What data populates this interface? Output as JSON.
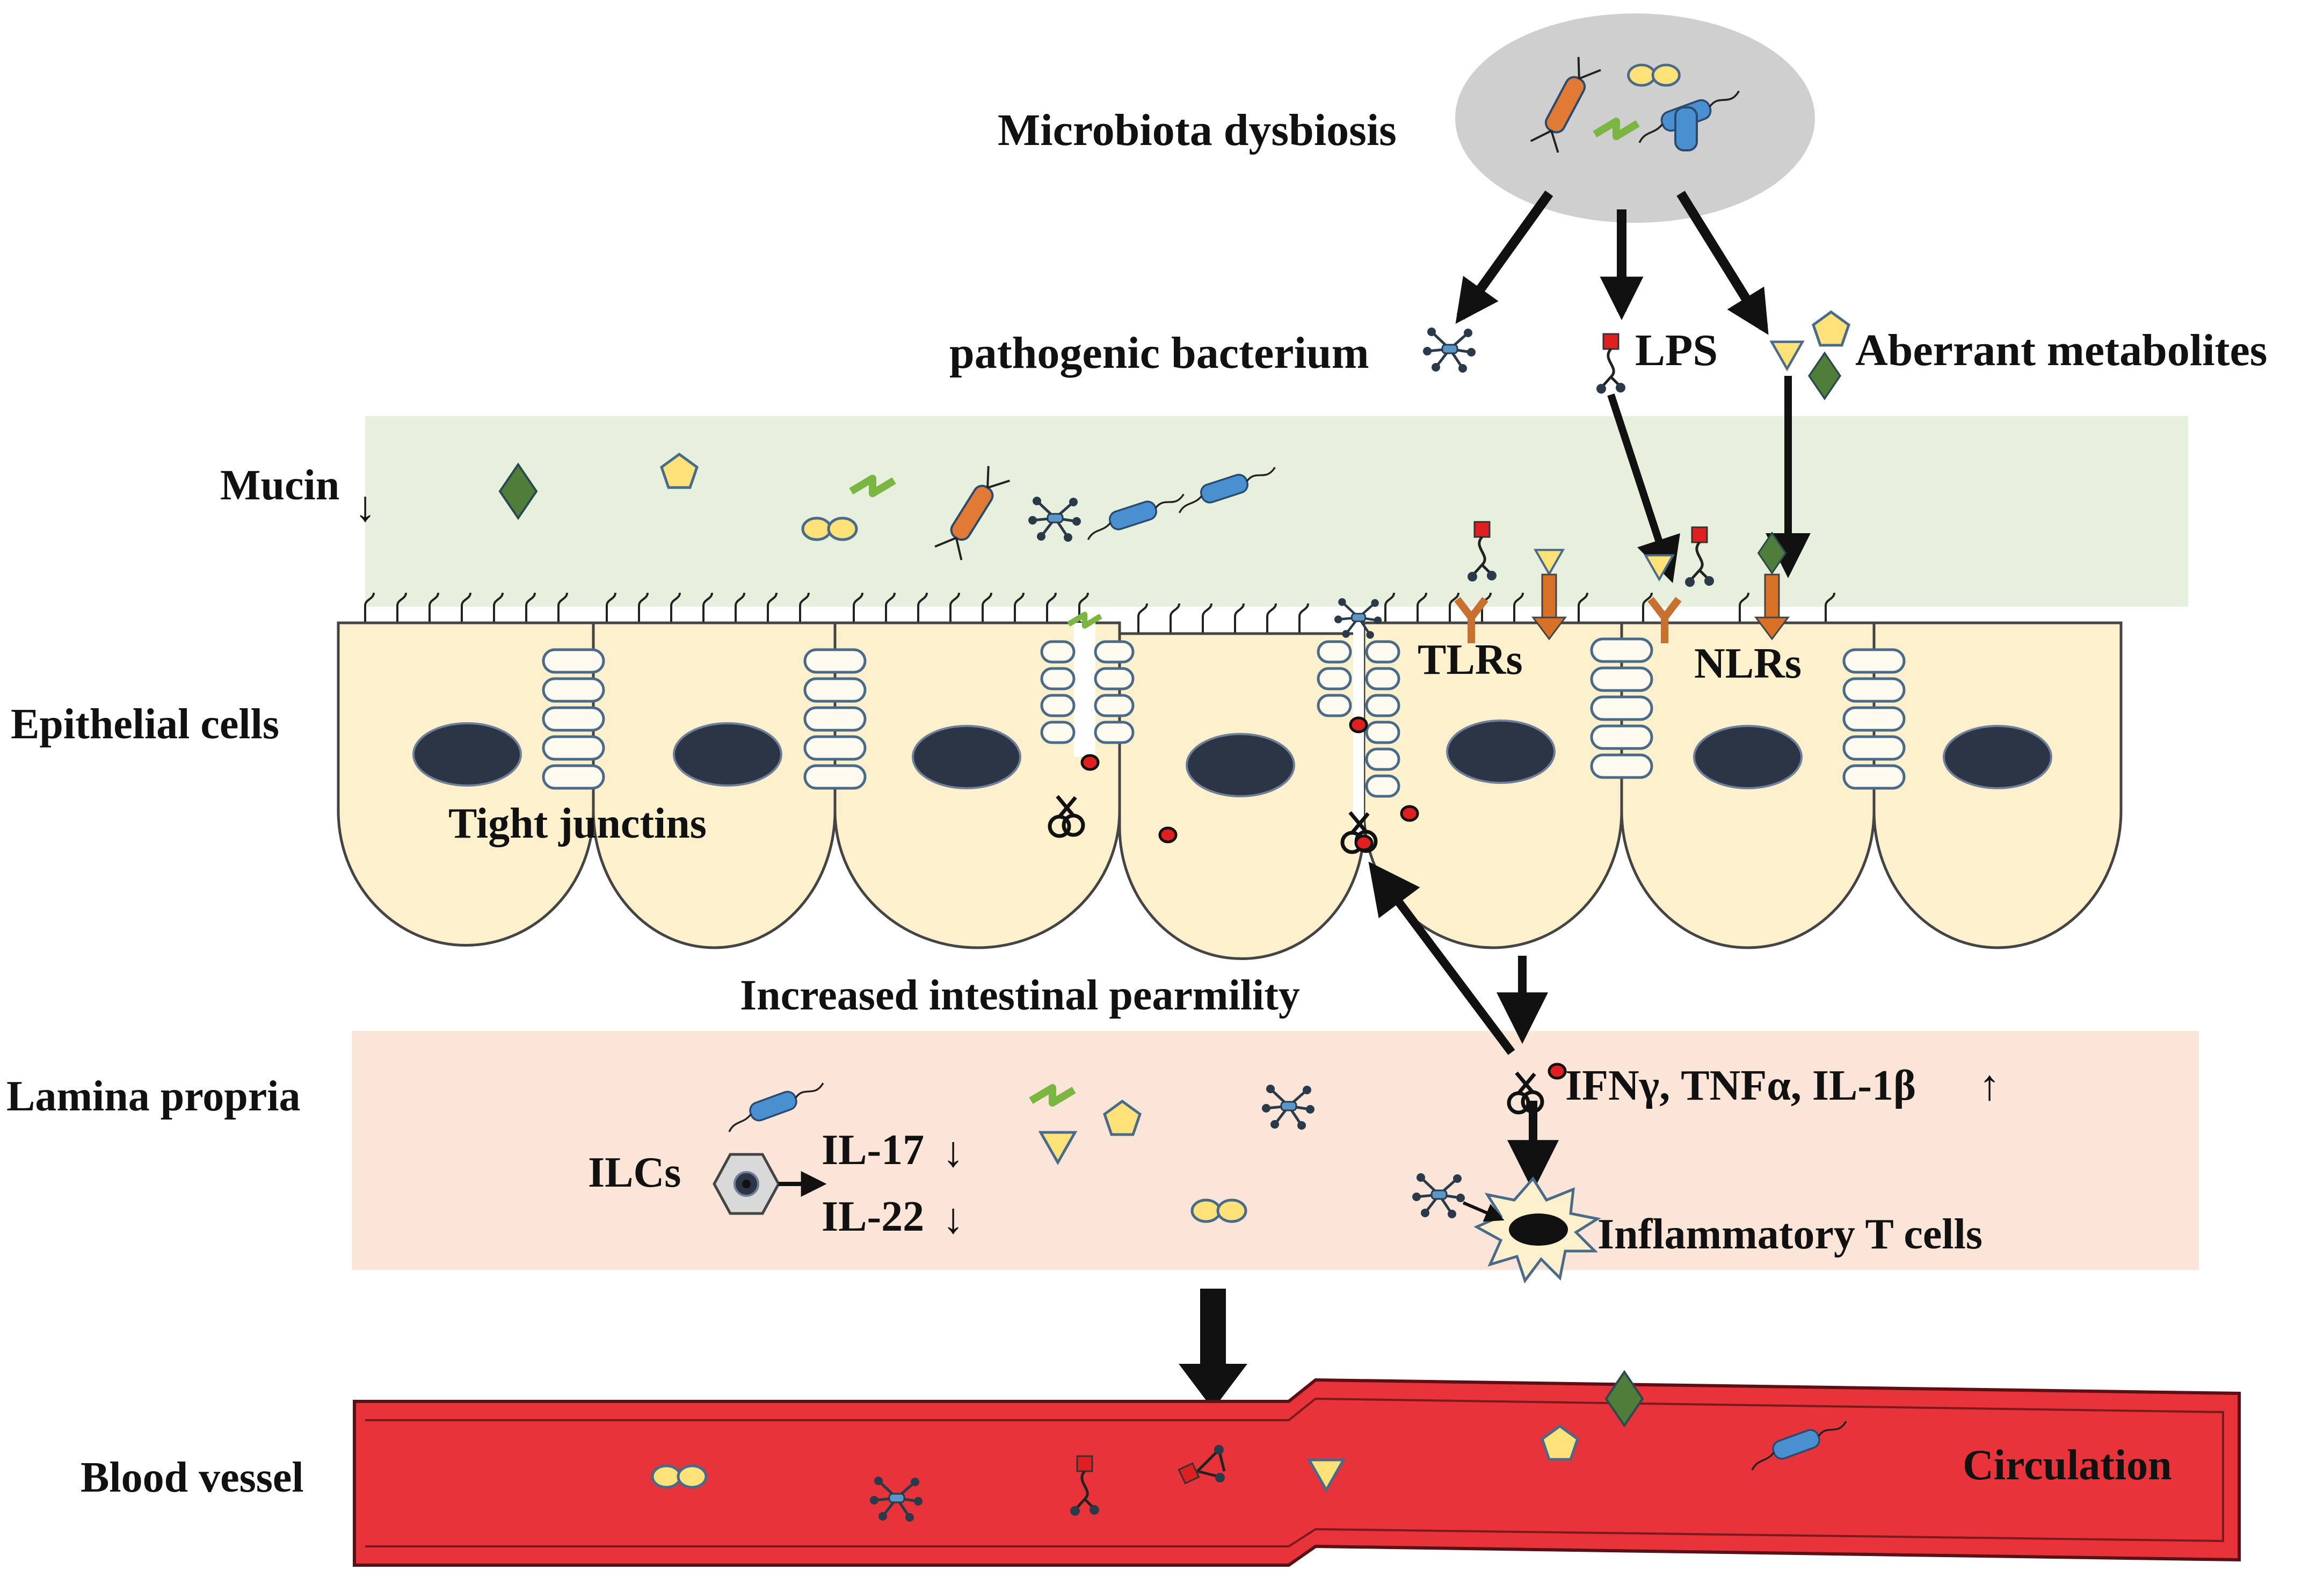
{
  "labels": {
    "microbiota": "Microbiota dysbiosis",
    "pathogenic": "pathogenic bacterium",
    "lps": "LPS",
    "aberrant": "Aberrant metabolites",
    "mucin": "Mucin",
    "tlrs": "TLRs",
    "nlrs": "NLRs",
    "epithelial": "Epithelial cells",
    "tight_junctions": "Tight junctins",
    "permeability": "Increased intestinal pearmility",
    "lamina": "Lamina propria",
    "cytokines": "IFNγ, TNFα, IL-1β",
    "ilcs": "ILCs",
    "il17": "IL-17",
    "il22": "IL-22",
    "inflammatory_t": "Inflammatory T cells",
    "blood_vessel": "Blood vessel",
    "circulation": "Circulation"
  },
  "symbols": {
    "down_arrow": "↓",
    "up_arrow": "↑"
  },
  "colors": {
    "mucus_layer": "#e6f0dc",
    "lamina_layer": "#fbe5d8",
    "cell_fill": "#fdf0cc",
    "nucleus": "#2b3545",
    "junction_fill": "#fdfbef",
    "junction_stroke": "#4a6a8a",
    "vessel_red": "#e8333a",
    "bacteria_blue": "#4a8fd0",
    "bacteria_orange": "#e07a35",
    "bacteria_green": "#7ab641",
    "metabolite_yellow": "#fde27a",
    "diamond_green": "#4f7d3a",
    "lps_red": "#e02020",
    "receptor_orange": "#d07030",
    "cloud_grey": "#cfcfcf"
  }
}
